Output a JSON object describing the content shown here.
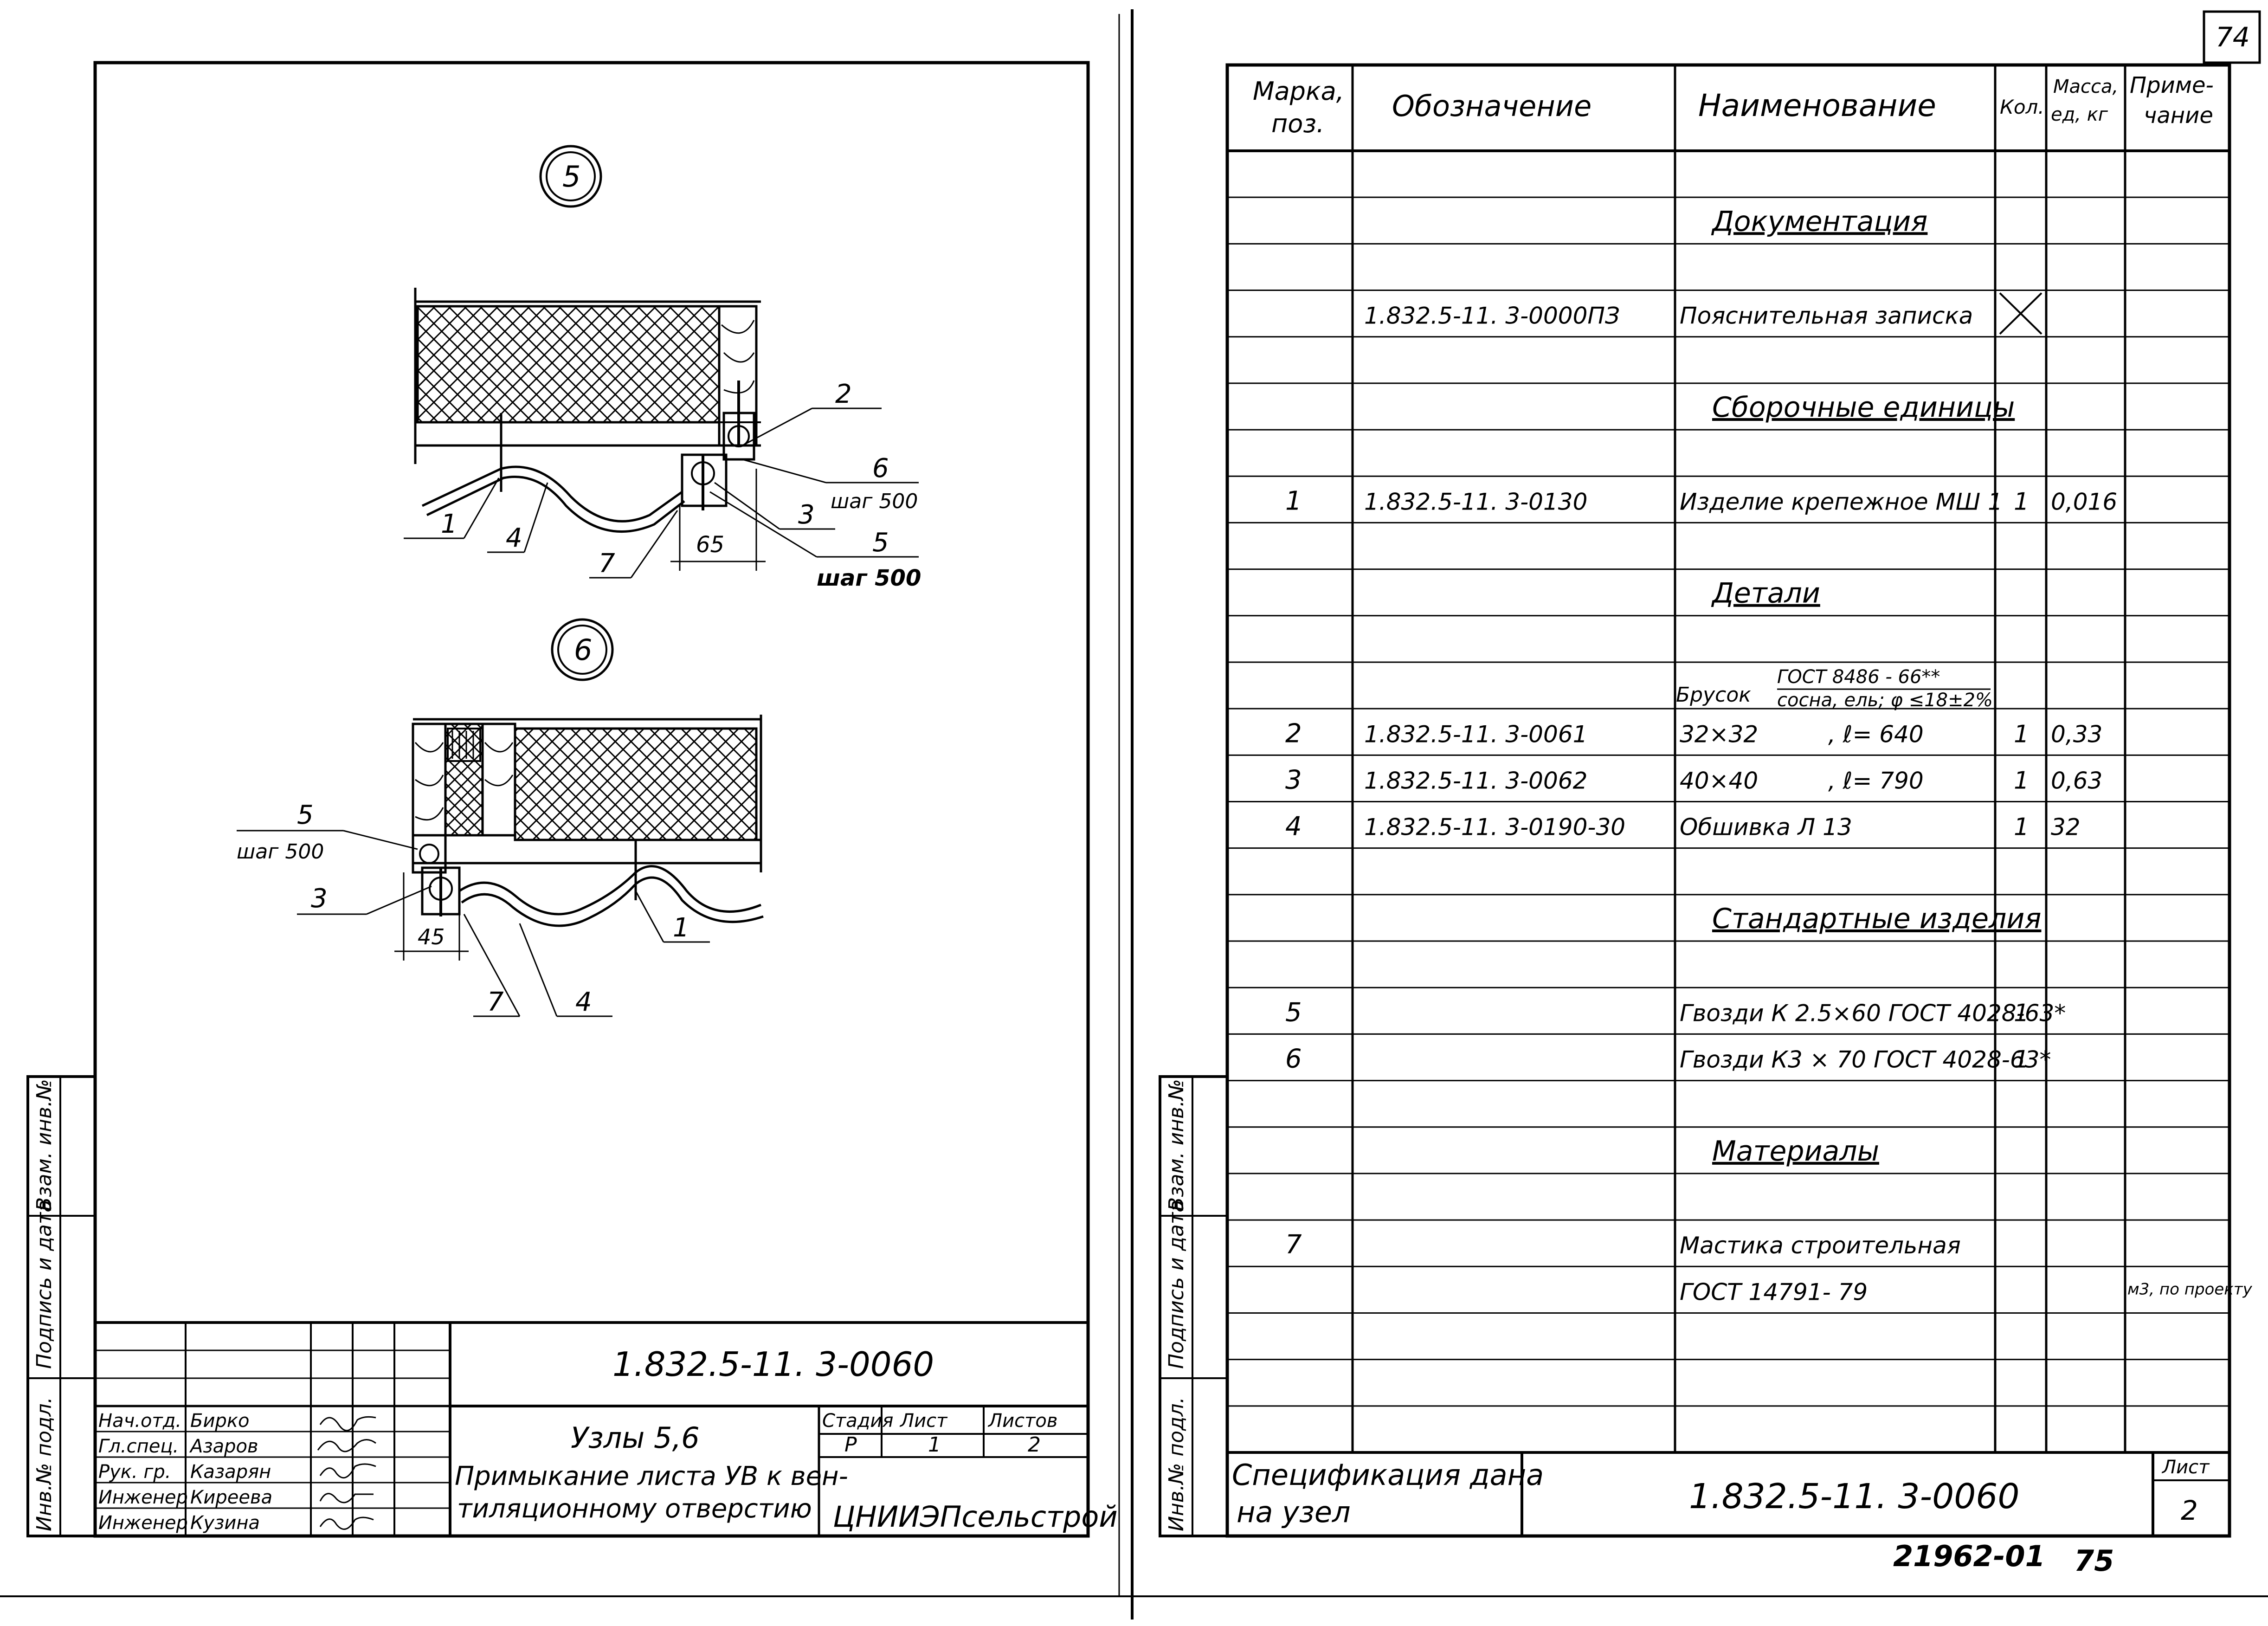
{
  "corner_sheet": "74",
  "bottom_code": "21962-01",
  "bottom_page": "75",
  "left": {
    "node5_label": "5",
    "node6_label": "6",
    "n5": {
      "c1": "1",
      "c2": "2",
      "c3": "3",
      "c4": "4",
      "c5": "5",
      "c6": "6",
      "c7": "7",
      "step6": "шаг 500",
      "step5": "шаг 500",
      "dim": "65"
    },
    "n6": {
      "c1": "1",
      "c3": "3",
      "c4": "4",
      "c5": "5",
      "c7": "7",
      "step5": "шаг 500",
      "dim": "45"
    },
    "side_stamp": {
      "inv_orig": "Инв.№ подл.",
      "sign_date": "Подпись и дата",
      "vzam": "Взам. инв.№"
    },
    "title_block": {
      "code": "1.832.5-11. 3-0060",
      "roles": [
        "Нач.отд.",
        "Гл.спец.",
        "Рук. гр.",
        "Инженер",
        "Инженер"
      ],
      "names": [
        "Бирко",
        "Азаров",
        "Казарян",
        "Киреева",
        "Кузина"
      ],
      "title_line1": "Узлы 5,6",
      "title_line2": "Примыкание листа УВ к вен-",
      "title_line3": "тиляционному отверстию",
      "stage_h": "Стадия",
      "sheet_h": "Лист",
      "sheets_h": "Листов",
      "stage": "Р",
      "sheet": "1",
      "sheets": "2",
      "org": "ЦНИИЭПсельстрой"
    }
  },
  "right": {
    "headers": {
      "pos": "Марка, поз.",
      "des": "Обозначение",
      "name": "Наименование",
      "qty": "Кол.",
      "mass": "Масса ед, кг",
      "note": "Приме- чание"
    },
    "rows": [
      {
        "pos": "",
        "des": "",
        "name": "",
        "qty": "",
        "mass": "",
        "note": ""
      },
      {
        "pos": "",
        "des": "",
        "name": "Документация",
        "qty": "",
        "mass": "",
        "note": "",
        "section": true
      },
      {
        "pos": "",
        "des": "",
        "name": "",
        "qty": "",
        "mass": "",
        "note": ""
      },
      {
        "pos": "",
        "des": "1.832.5-11. 3-0000ПЗ",
        "name": "Пояснительная записка",
        "qty": "X",
        "mass": "",
        "note": ""
      },
      {
        "pos": "",
        "des": "",
        "name": "",
        "qty": "",
        "mass": "",
        "note": ""
      },
      {
        "pos": "",
        "des": "",
        "name": "Сборочные единицы",
        "qty": "",
        "mass": "",
        "note": "",
        "section": true
      },
      {
        "pos": "",
        "des": "",
        "name": "",
        "qty": "",
        "mass": "",
        "note": ""
      },
      {
        "pos": "1",
        "des": "1.832.5-11. 3-0130",
        "name": "Изделие крепежное МШ 1",
        "qty": "1",
        "mass": "0,016",
        "note": ""
      },
      {
        "pos": "",
        "des": "",
        "name": "",
        "qty": "",
        "mass": "",
        "note": ""
      },
      {
        "pos": "",
        "des": "",
        "name": "Детали",
        "qty": "",
        "mass": "",
        "note": "",
        "section": true
      },
      {
        "pos": "",
        "des": "",
        "name": "",
        "qty": "",
        "mass": "",
        "note": ""
      },
      {
        "pos": "",
        "des": "",
        "name": "Брусок",
        "name2": "ГОСТ 8486 - 66**",
        "name3": "сосна, ель; φ ≤18±2%",
        "qty": "",
        "mass": "",
        "note": "",
        "brusok": true
      },
      {
        "pos": "2",
        "des": "1.832.5-11. 3-0061",
        "name": "32×32",
        "name_r": ", ℓ= 640",
        "qty": "1",
        "mass": "0,33",
        "note": ""
      },
      {
        "pos": "3",
        "des": "1.832.5-11. 3-0062",
        "name": "40×40",
        "name_r": ", ℓ= 790",
        "qty": "1",
        "mass": "0,63",
        "note": ""
      },
      {
        "pos": "4",
        "des": "1.832.5-11. 3-0190-30",
        "name": "Обшивка Л 13",
        "qty": "1",
        "mass": "32",
        "note": ""
      },
      {
        "pos": "",
        "des": "",
        "name": "",
        "qty": "",
        "mass": "",
        "note": ""
      },
      {
        "pos": "",
        "des": "",
        "name": "Стандартные изделия",
        "qty": "",
        "mass": "",
        "note": "",
        "section": true
      },
      {
        "pos": "",
        "des": "",
        "name": "",
        "qty": "",
        "mass": "",
        "note": ""
      },
      {
        "pos": "5",
        "des": "",
        "name": "Гвозди К 2.5×60 ГОСТ 4028-63*",
        "qty": "1",
        "mass": "",
        "note": ""
      },
      {
        "pos": "6",
        "des": "",
        "name": "Гвозди К3 × 70 ГОСТ 4028-63*",
        "qty": "1",
        "mass": "",
        "note": ""
      },
      {
        "pos": "",
        "des": "",
        "name": "",
        "qty": "",
        "mass": "",
        "note": ""
      },
      {
        "pos": "",
        "des": "",
        "name": "Материалы",
        "qty": "",
        "mass": "",
        "note": "",
        "section": true
      },
      {
        "pos": "",
        "des": "",
        "name": "",
        "qty": "",
        "mass": "",
        "note": ""
      },
      {
        "pos": "7",
        "des": "",
        "name": "Мастика строительная",
        "qty": "",
        "mass": "",
        "note": ""
      },
      {
        "pos": "",
        "des": "",
        "name": "ГОСТ 14791- 79",
        "qty": "",
        "mass": "",
        "note": "м3, по проекту"
      },
      {
        "pos": "",
        "des": "",
        "name": "",
        "qty": "",
        "mass": "",
        "note": ""
      },
      {
        "pos": "",
        "des": "",
        "name": "",
        "qty": "",
        "mass": "",
        "note": ""
      },
      {
        "pos": "",
        "des": "",
        "name": "",
        "qty": "",
        "mass": "",
        "note": ""
      }
    ],
    "footer": {
      "spec_line1": "Спецификация дана",
      "spec_line2": "на узел",
      "code": "1.832.5-11. 3-0060",
      "sheet_h": "Лист",
      "sheet": "2"
    },
    "side_stamp": {
      "inv_orig": "Инв.№ подл.",
      "sign_date": "Подпись и дата",
      "vzam": "Взам. инв.№"
    }
  }
}
